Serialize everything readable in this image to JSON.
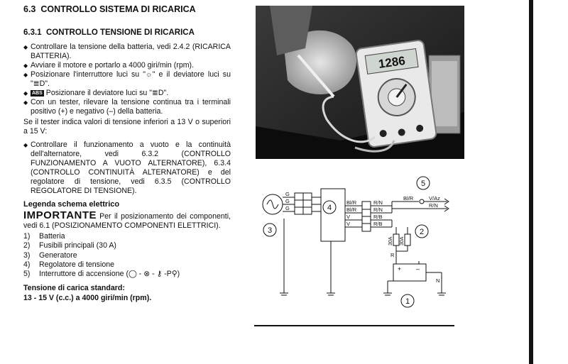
{
  "section": {
    "number": "6.3",
    "title": "CONTROLLO SISTEMA DI RICARICA"
  },
  "subsection": {
    "number": "6.3.1",
    "title": "CONTROLLO TENSIONE DI RICARICA"
  },
  "bullets_a": [
    "Controllare la tensione della batteria, vedi 2.4.2 (RICARICA BATTERIA).",
    "Avviare il motore e portarlo a 4000 giri/min (rpm).",
    "Posizionare l'interruttore luci su \"☼\" e il deviatore luci su \"≣D\".",
    "Posizionare il deviatore luci su \"≣D\".",
    "Con un tester, rilevare la tensione continua tra i terminali positivo (+) e negativo (–) della batteria."
  ],
  "abs_tag": "ABS",
  "note_text": "Se il tester indica valori di tensione inferiori a 13 V o superiori a 15 V:",
  "bullets_b": [
    "Controllare il funzionamento a vuoto e la continuità dell'alternatore, vedi 6.3.2 (CONTROLLO FUNZIONAMENTO A VUOTO ALTERNATORE), 6.3.4 (CONTROLLO CONTINUITÀ ALTERNATORE) e del regolatore di tensione, vedi 6.3.5 (CONTROLLO REGOLATORE DI TENSIONE)."
  ],
  "legend_title": "Legenda schema elettrico",
  "important": {
    "word": "IMPORTANTE",
    "text": "Per il posizionamento dei componenti, vedi 6.1 (POSIZIONAMENTO COMPONENTI ELETTRICI)."
  },
  "legend_items": [
    {
      "num": "1)",
      "label": "Batteria"
    },
    {
      "num": "2)",
      "label": "Fusibili principali (30 A)"
    },
    {
      "num": "3)",
      "label": "Generatore"
    },
    {
      "num": "4)",
      "label": "Regolatore di tensione"
    },
    {
      "num": "5)",
      "label": "Interruttore di accensione (◯ - ⊗ - ⚷ -P⚲)"
    }
  ],
  "standard": {
    "title": "Tensione di carica standard:",
    "value": "13 - 15 V (c.c.) a 4000 giri/min (rpm)."
  },
  "photo": {
    "display": "1286"
  },
  "schematic": {
    "callouts": [
      "1",
      "2",
      "3",
      "4",
      "5"
    ],
    "gen_labels": [
      "G",
      "G",
      "G"
    ],
    "wire_labels": [
      "Bl/R",
      "Bl/R",
      "V",
      "V"
    ],
    "wire_labels_right": [
      "R/N",
      "R/N",
      "R/B",
      "R/B"
    ],
    "top_labels": [
      "Bl/R",
      "V/Az",
      "R/N"
    ],
    "fuse_labels": [
      "30A",
      "30A"
    ],
    "r_label": "R",
    "n_label": "N",
    "plus": "+",
    "minus": "–"
  }
}
